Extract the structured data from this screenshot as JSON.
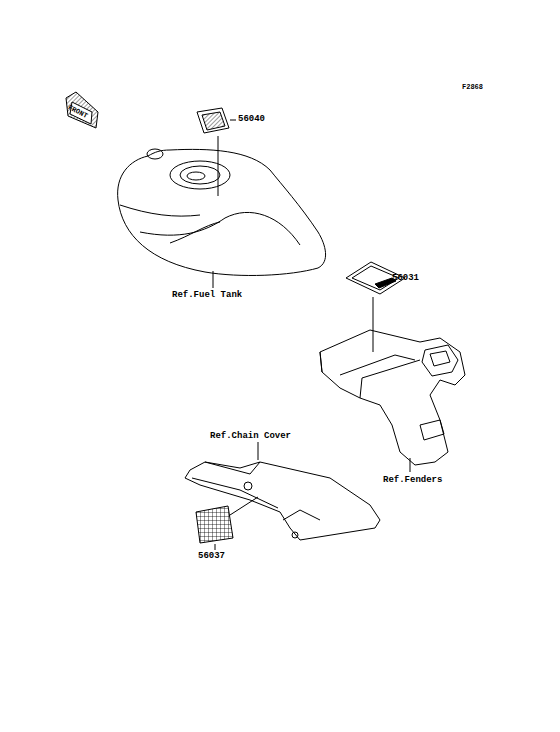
{
  "diagram": {
    "labels": [
      "F2868",
      "FRONT",
      "56040",
      "Ref.Fuel Tank",
      "56031",
      "Ref.Fenders",
      "Ref.Chain Cover",
      "56037"
    ]
  }
}
